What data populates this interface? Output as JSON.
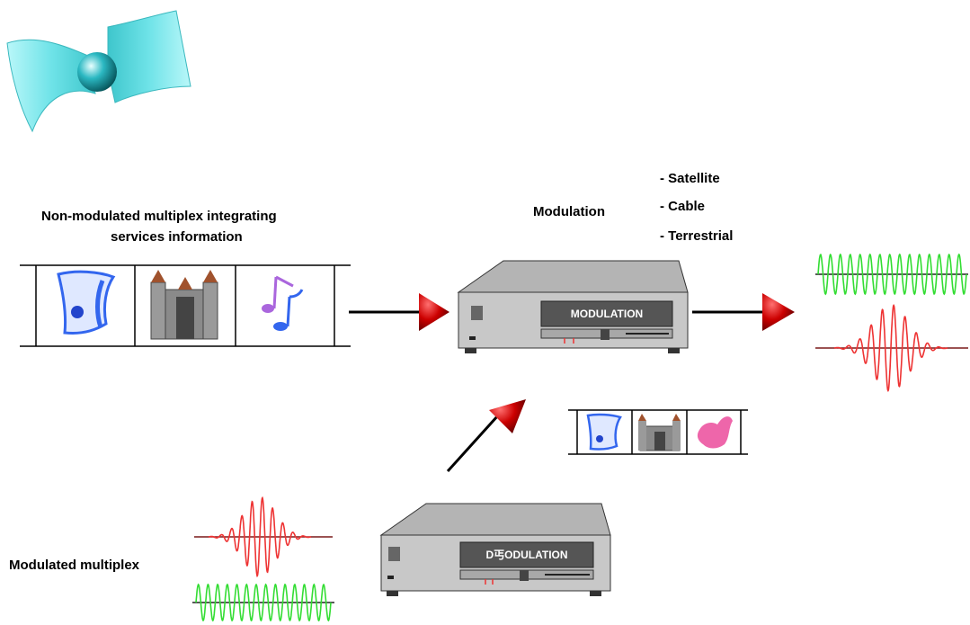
{
  "labels": {
    "input_title_line1": "Non-modulated multiplex integrating",
    "input_title_line2": "services information",
    "modulation": "Modulation",
    "channel_satellite": "- Satellite",
    "channel_cable": "- Cable",
    "channel_terrestrial": "- Terrestrial",
    "modulated_multiplex": "Modulated multiplex"
  },
  "devices": {
    "modulator_display": "MODULATION",
    "demodulator_display": "D丐ODULATION"
  },
  "colors": {
    "satellite_panel": "#7ee8ec",
    "satellite_body": "#1aa6b0",
    "arrowhead": "#c00000",
    "wave_green": "#33dd33",
    "wave_red": "#ee3333",
    "device_body": "#c8c8c8",
    "device_top": "#b4b4b4",
    "scroll_blue": "#3366ee",
    "castle_grey": "#7a7a7a",
    "note_purple": "#aa66dd",
    "map_pink": "#ee66aa"
  },
  "icons": {
    "logo": "satellite-icon",
    "multiplex_strip_large": [
      "scroll-icon",
      "castle-icon",
      "music-note-icon"
    ],
    "multiplex_strip_small": [
      "scroll-icon",
      "castle-icon",
      "map-icon"
    ]
  }
}
